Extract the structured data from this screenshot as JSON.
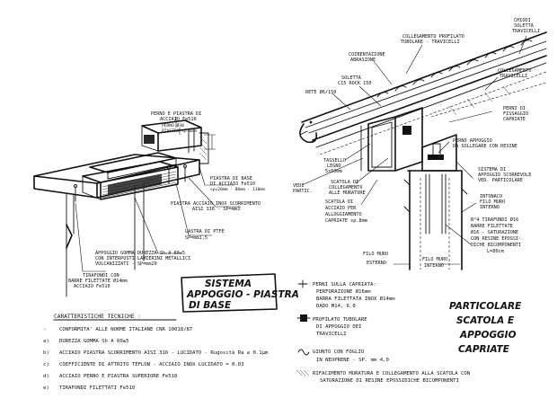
{
  "left": {
    "labels": {
      "perno_1": "PERNO E PIASTRA DI",
      "perno_2": "ACCIAIO Fe510",
      "perno_3": "PERNO Ø30",
      "perno_4": "PIASTRA sp.6mm",
      "piastra_base_1": "PIASTRA DI BASE",
      "piastra_base_2": "DI ACCIAIO Fe510",
      "piastra_base_3": "sp=20mm - 80mm - 110mm",
      "piastra_inox_1": "PIASTRA ACCIAIO INOX SCORRIMENTO",
      "piastra_inox_2": "AISI 316 - SP=mm3",
      "lastra_1": "LASTRA DI PTFE",
      "lastra_2": "SP=mm1,5",
      "appoggio_1": "APPOGGIO GOMMA DUREZZA Sh.A 60±5",
      "appoggio_2": "CON INTERPOSTI LAMIERINI METALLICI",
      "appoggio_3": "VULCANIZZATI - SP=mm20",
      "tirafondi_1": "TIRAFONDI CON",
      "tirafondi_2": "BARRE FILETTATE Ø14mm",
      "tirafondi_3": "ACCIAIO Fe510"
    },
    "title_box": {
      "line1": "SISTEMA",
      "line2": "APPOGGIO - PIASTRA",
      "line3": "DI BASE"
    }
  },
  "right": {
    "labels": {
      "chiodi_1": "CHIODI",
      "chiodi_2": "SOLETTA",
      "chiodi_3": "TRAVICELLI",
      "coll_1": "COLLEGAMENTO PROFILATO",
      "coll_2": "TUBOLARE - TRAVICELLI",
      "coib_1": "COIBENTAZIONE",
      "coib_2": "ABRASIONE",
      "coll_trav_1": "COLLEGAMENTO",
      "coll_trav_2": "TRAVICELLI",
      "soletta_1": "SOLETTA",
      "soletta_2": "C15 ROCK 150",
      "rete": "RETE Ø6/150",
      "perni_fiss_1": "PERNI DI",
      "perni_fiss_2": "FISSAGGIO",
      "perni_fiss_3": "CAPRIATE",
      "perno_app_1": "PERNO APPOGGIO",
      "perno_app_2": "DA SOLLEGARE CON RESINE",
      "tassello_1": "TASSELLO",
      "tassello_2": "LEGNO",
      "tassello_3": "5x50mm",
      "scatola_top_1": "SCATOLA DI",
      "scatola_top_2": "COLLEGAMENTO",
      "scatola_top_3": "ALLE MURATURE",
      "sistema_1": "SISTEMA DI",
      "sistema_2": "APPOGGIO SCORREVOLE",
      "sistema_3": "VED. PARTICOLARE",
      "vedi_1": "VEDI",
      "vedi_2": "PARTIC.",
      "scatola_1": "SCATOLA DI",
      "scatola_2": "ACCIAIO PER",
      "scatola_3": "ALLOGGIAMENTO",
      "scatola_4": "CAPRIATE sp.8mm",
      "intonaco_1": "INTONACO",
      "intonaco_2": "FILO MURO",
      "intonaco_3": "INTERNO",
      "tirafondi_1": "N°4 TIRAFONDI Ø16",
      "tirafondi_2": "BARRE FILETTATE",
      "tirafondi_3": "Ø16 - SATURAZIONE",
      "tirafondi_4": "CON RESINE EPOSSI-",
      "tirafondi_5": "DICHE BICOMPONENTI",
      "tirafondi_6": "L=80cm",
      "filo_est_1": "FILO MURO",
      "filo_est_2": "ESTERNO",
      "filo_int_1": "FILO MURO",
      "filo_int_2": "INTERNO"
    },
    "title_block": {
      "line1": "PARTICOLARE",
      "line2": "SCATOLA E",
      "line3": "APPOGGIO",
      "line4": "CAPRIATE"
    },
    "legend": {
      "perni_1": "PERNI SULLA CAPRIATA:",
      "perni_2": "PERFORAZIONE Ø16mm",
      "perni_3": "BARRA FILETTATA INOX Ø14mm",
      "perni_4": "DADO M14, 6.0",
      "prof_1": "PROFILATO TUBOLARE",
      "prof_2": "DI APPOGGIO DEI",
      "prof_3": "TRAVICELLI",
      "giunto_1": "GIUNTO CON FOGLIO",
      "giunto_2": "IN NEOPRENE - SP. mm 4,0",
      "rifac_1": "RIFACIMENTO MURATURA E COLLEGAMENTO ALLA SCATOLA  CON",
      "rifac_2": "SATURAZIONE DI RESINE EPOSSIDICHE BICOMPONENTI"
    }
  },
  "characteristics": {
    "heading": "CARATTERISTICHE  TECNICHE :",
    "items": [
      {
        "marker": "-",
        "text": "CONFORMITA' ALLE NORME ITALIANE  CNR 10018/87"
      },
      {
        "marker": "a)",
        "text": "DUREZZA  GOMMA  Sh A 60±5"
      },
      {
        "marker": "b)",
        "text": "ACCIAIO PIASTRA SCORRIMENTO  AISI 316 - LUCIDATO - Rugosità Ra ≤ 0.1μm"
      },
      {
        "marker": "c)",
        "text": "COEFFICIENTE DI ATTRITO TEFLON - ACCIAIO INOX LUCIDATO = 0.03"
      },
      {
        "marker": "d)",
        "text": "ACCIAIO  PERNO E PIASTRA SUPERIORE Fe510"
      },
      {
        "marker": "e)",
        "text": "TIRAFONDI  FILETTATI  Fe510"
      }
    ]
  }
}
